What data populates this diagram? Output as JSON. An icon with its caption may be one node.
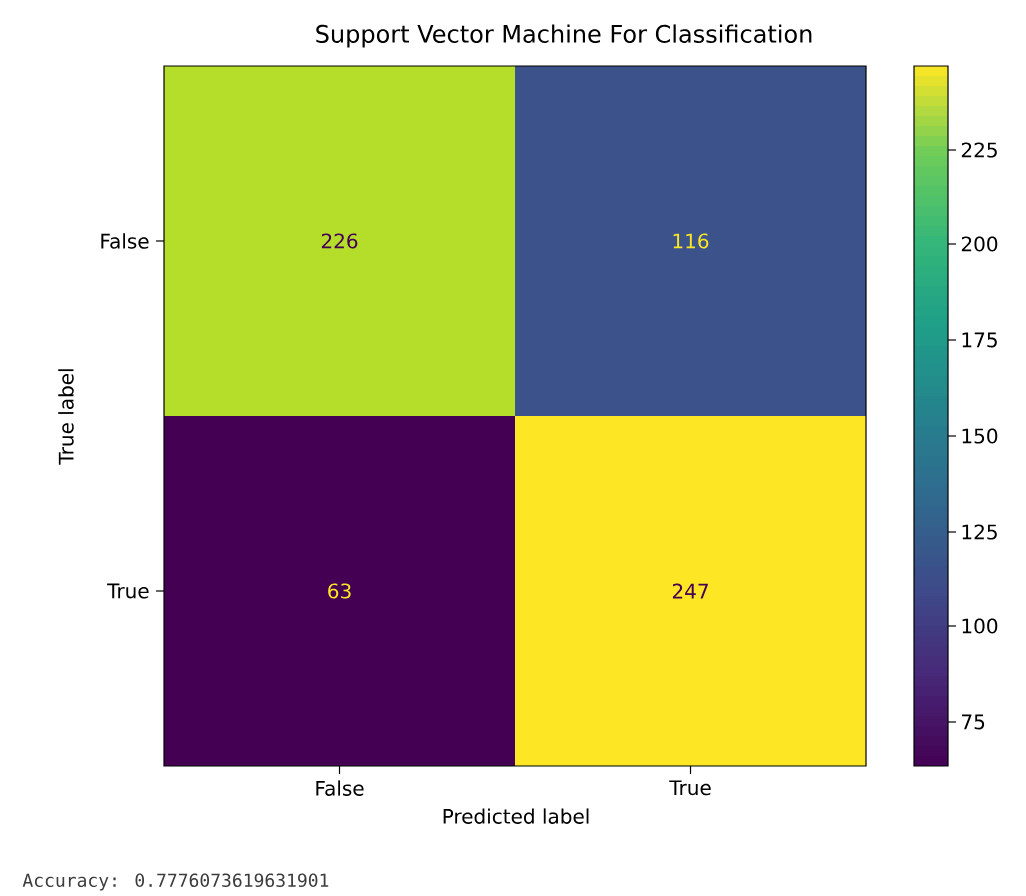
{
  "diagram": {
    "title": "Support Vector Machine For Classification",
    "nodes": [
      {
        "text": [
          "226"
        ]
      },
      {
        "text": [
          "116"
        ]
      },
      {
        "text": [
          "63"
        ]
      },
      {
        "text": [
          "247"
        ]
      }
    ],
    "labels": [
      "225",
      "200",
      "175",
      "150",
      "125",
      "100",
      "75",
      "False",
      "True",
      "True label",
      "False",
      "True",
      "Predicted label",
      "Accuracy: 0.7776073619631901"
    ]
  }
}
